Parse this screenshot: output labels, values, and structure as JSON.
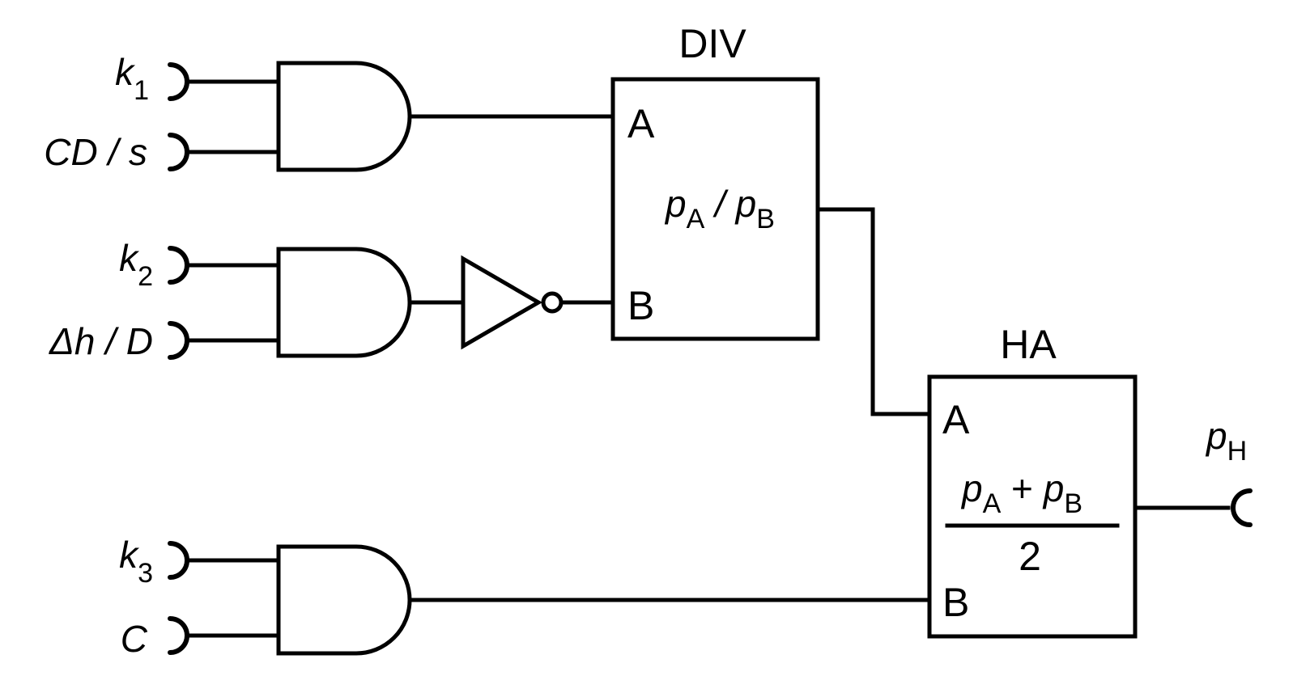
{
  "inputs": [
    {
      "symbol": "k",
      "subscript": "1"
    },
    {
      "symbol": "CD / s",
      "subscript": ""
    },
    {
      "symbol": "k",
      "subscript": "2"
    },
    {
      "symbol": "Δh / D",
      "subscript": ""
    },
    {
      "symbol": "k",
      "subscript": "3"
    },
    {
      "symbol": "C",
      "subscript": ""
    }
  ],
  "div_block": {
    "title": "DIV",
    "port_a": "A",
    "port_b": "B",
    "formula": {
      "p1": "p",
      "s1": "A",
      "op": " / ",
      "p2": "p",
      "s2": "B"
    }
  },
  "ha_block": {
    "title": "HA",
    "port_a": "A",
    "port_b": "B",
    "numerator": {
      "p1": "p",
      "s1": "A",
      "op": " + ",
      "p2": "p",
      "s2": "B"
    },
    "denominator": "2"
  },
  "output": {
    "symbol": "p",
    "subscript": "H"
  }
}
